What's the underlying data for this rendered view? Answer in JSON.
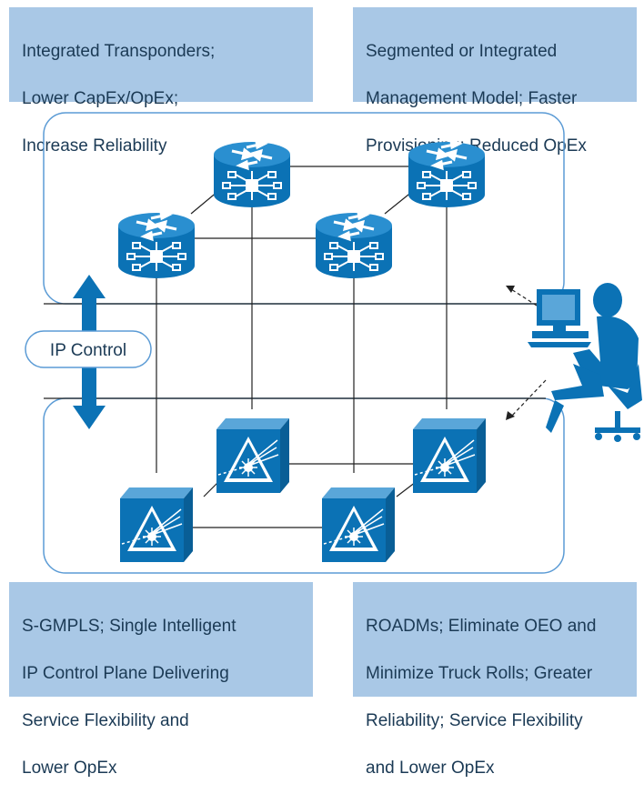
{
  "callouts": {
    "top_left": [
      "Integrated Transponders;",
      "Lower CapEx/OpEx;",
      "Increase Reliability"
    ],
    "top_right": [
      "Segmented or Integrated",
      "Management Model; Faster",
      "Provisioning; Reduced OpEx"
    ],
    "bottom_left": [
      "S-GMPLS; Single Intelligent",
      "IP Control Plane Delivering",
      "Service Flexibility and",
      "Lower OpEx"
    ],
    "bottom_right": [
      "ROADMs; Eliminate OEO and",
      "Minimize Truck Rolls; Greater",
      "Reliability; Service Flexibility",
      "and Lower OpEx"
    ]
  },
  "diagram": {
    "ip_control_label": "IP Control",
    "colors": {
      "accent": "#0b72b5",
      "callout_bg": "#a9c8e6",
      "panel_border": "#5b9bd5",
      "line": "#222222"
    },
    "icons": [
      "router-icon",
      "optical-switch-icon",
      "operator-workstation-icon",
      "bidirectional-arrow-icon"
    ]
  }
}
